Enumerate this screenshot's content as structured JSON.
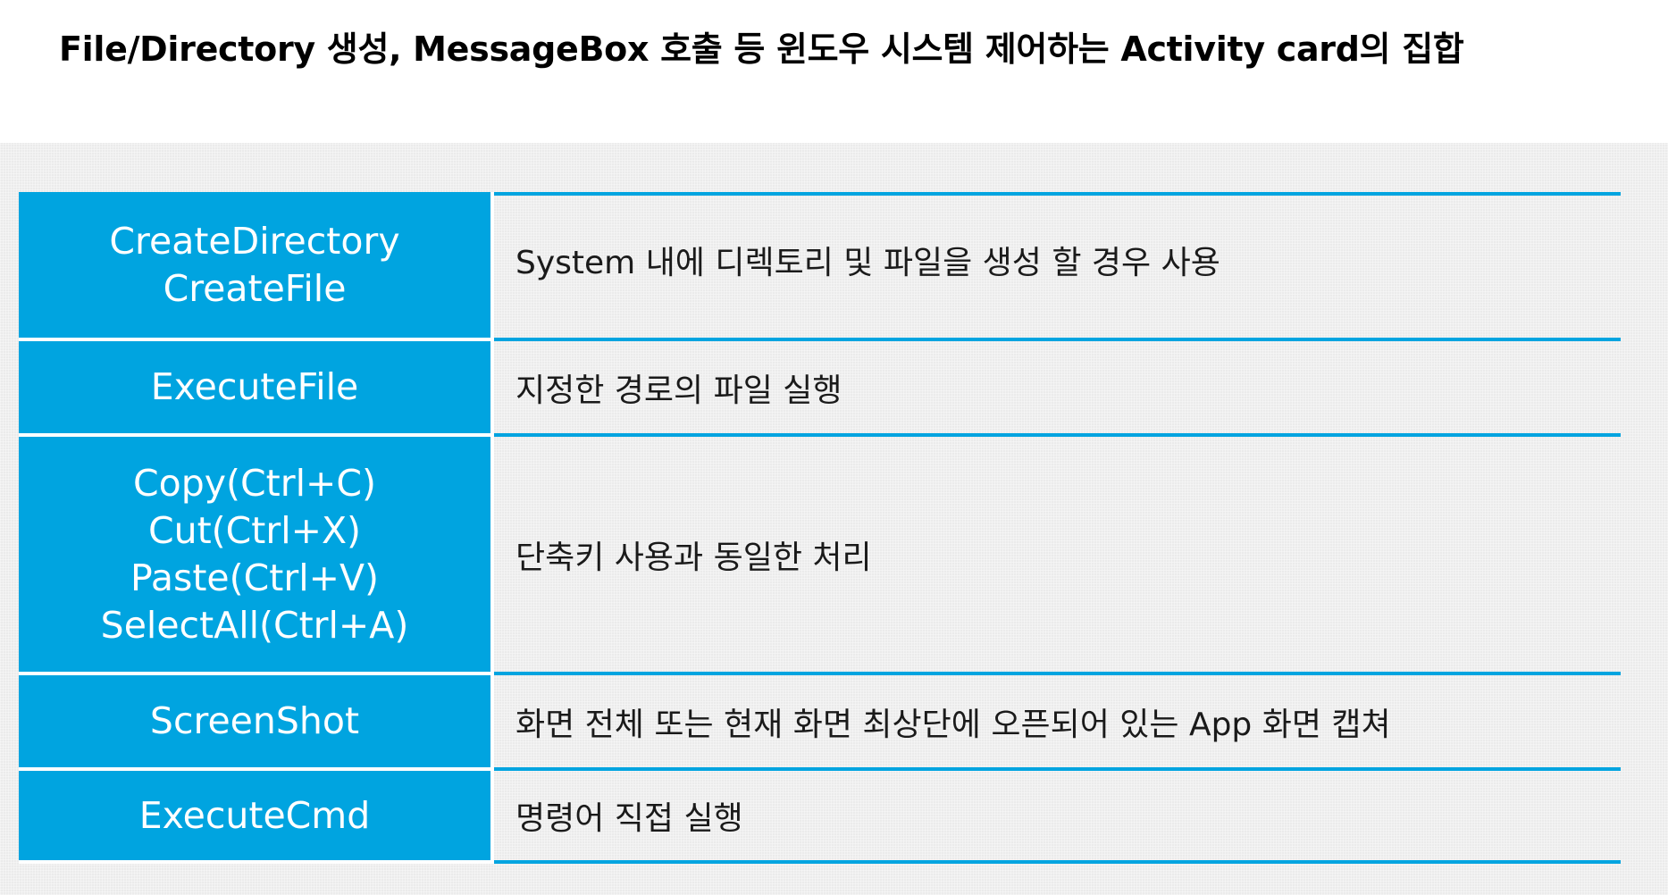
{
  "title": "File/Directory 생성, MessageBox 호출 등 윈도우 시스템 제어하는 Activity card의 집합",
  "rows": [
    {
      "keys": [
        "CreateDirectory",
        "CreateFile"
      ],
      "description": "System 내에 디렉토리 및 파일을 생성 할 경우 사용"
    },
    {
      "keys": [
        "ExecuteFile"
      ],
      "description": "지정한 경로의 파일 실행"
    },
    {
      "keys": [
        "Copy(Ctrl+C)",
        "Cut(Ctrl+X)",
        "Paste(Ctrl+V)",
        "SelectAll(Ctrl+A)"
      ],
      "description": "단축키 사용과 동일한 처리"
    },
    {
      "keys": [
        "ScreenShot"
      ],
      "description": "화면 전체 또는 현재 화면 최상단에 오픈되어 있는 App 화면 캡쳐"
    },
    {
      "keys": [
        "ExecuteCmd"
      ],
      "description": "명령어 직접 실행"
    }
  ],
  "colors": {
    "key_background": "#00a4e0",
    "key_text": "#ffffff",
    "divider": "#00a4e0",
    "panel_background": "#ebebeb"
  }
}
